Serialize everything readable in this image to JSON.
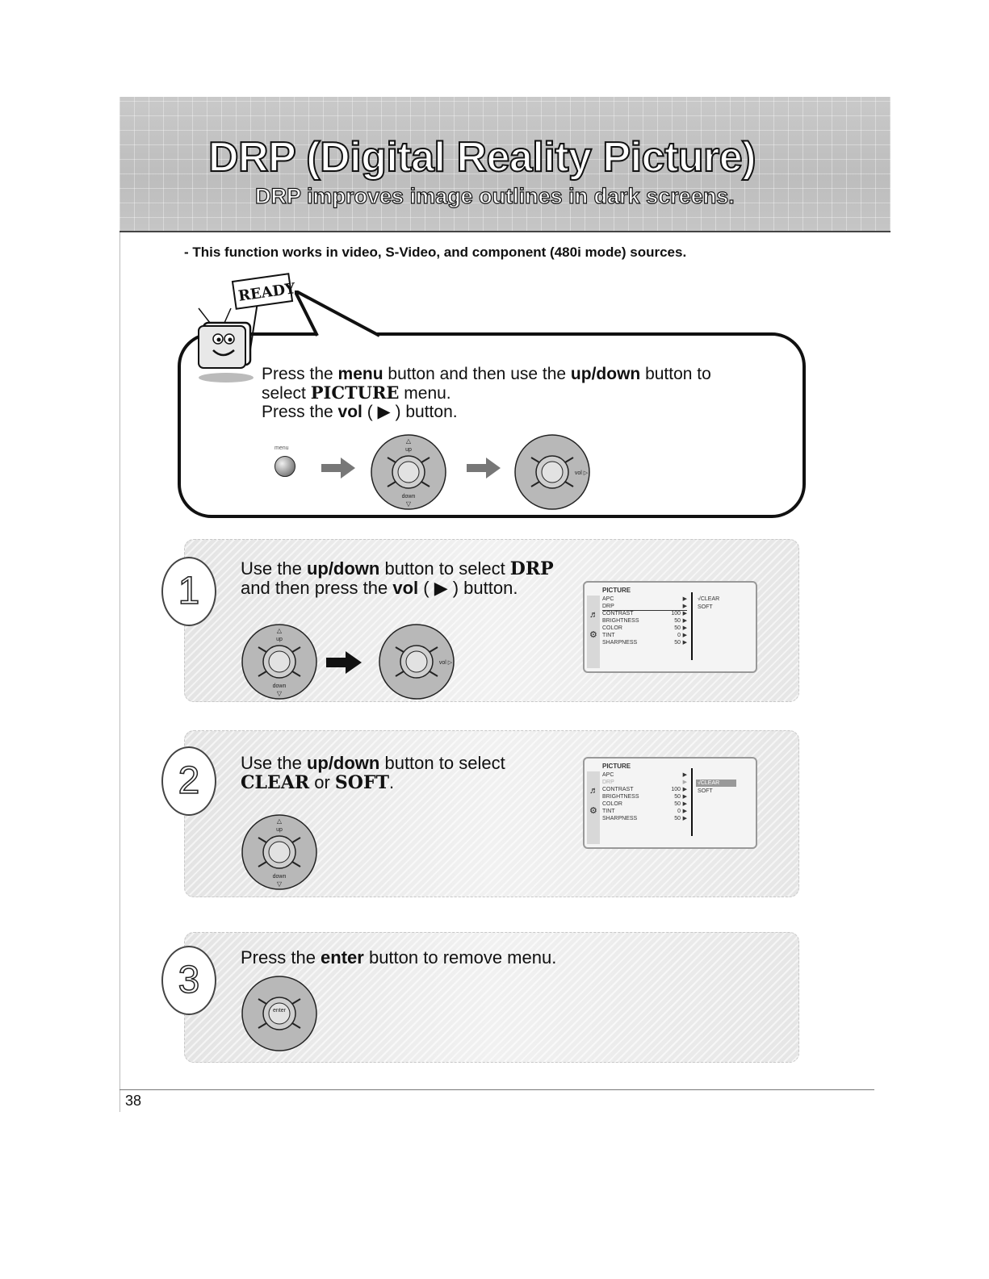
{
  "header": {
    "title": "DRP (Digital Reality Picture)",
    "subtitle": "DRP improves image outlines in dark screens."
  },
  "note": "- This function works in video, S-Video, and component (480i mode) sources.",
  "ready": {
    "sign": "READY",
    "line1_a": "Press the ",
    "line1_b": "menu",
    "line1_c": " button and then use the ",
    "line1_d": "up/down",
    "line1_e": " button to",
    "line2_a": "select ",
    "line2_b": "PICTURE",
    "line2_c": " menu.",
    "line3_a": "Press the ",
    "line3_b": "vol",
    "line3_c": " ( ▶ ) button.",
    "menu_label": "menu"
  },
  "buttons": {
    "up": "up",
    "down": "down",
    "vol": "vol ▷",
    "enter": "enter",
    "up_arrow": "△",
    "down_arrow": "▽"
  },
  "steps": [
    {
      "number": "1",
      "line1_a": "Use the ",
      "line1_b": "up/down",
      "line1_c": " button to select ",
      "line1_d": "DRP",
      "line2_a": "and then press the ",
      "line2_b": "vol",
      "line2_c": " ( ▶ ) button."
    },
    {
      "number": "2",
      "line1_a": "Use the ",
      "line1_b": "up/down",
      "line1_c": " button to select",
      "line2_a": "CLEAR",
      "line2_b": " or ",
      "line2_c": "SOFT",
      "line2_d": "."
    },
    {
      "number": "3",
      "line1_a": "Press the ",
      "line1_b": "enter",
      "line1_c": " button to remove menu."
    }
  ],
  "osd": {
    "title": "PICTURE",
    "rows": [
      {
        "label": "APC",
        "value": ""
      },
      {
        "label": "DRP",
        "value": ""
      },
      {
        "label": "CONTRAST",
        "value": "100"
      },
      {
        "label": "BRIGHTNESS",
        "value": "50"
      },
      {
        "label": "COLOR",
        "value": "50"
      },
      {
        "label": "TINT",
        "value": "0"
      },
      {
        "label": "SHARPNESS",
        "value": "50"
      }
    ],
    "sub": [
      "CLEAR",
      "SOFT"
    ],
    "arrow": "▶",
    "check": "√"
  },
  "page_number": "38"
}
